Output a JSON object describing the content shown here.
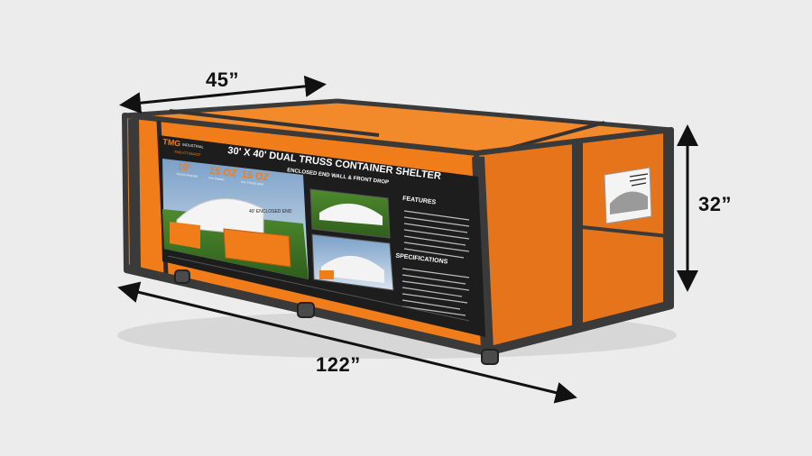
{
  "dimensions": {
    "width": "45”",
    "height": "32”",
    "length": "122”"
  },
  "box": {
    "brand": "TMG",
    "brand_sub": "INDUSTRIAL",
    "model": "TMG-DT3040CF",
    "title": "30' X 40' DUAL TRUSS CONTAINER SHELTER",
    "subtitle": "ENCLOSED END WALL & FRONT DROP",
    "badges": [
      {
        "value": "10'",
        "label": "TRUSS SPACING"
      },
      {
        "value": "15 OZ",
        "label": "PVC FABRIC"
      },
      {
        "value": "15 OZ",
        "label": "PVC TRUSS TAPE"
      }
    ],
    "features_heading": "FEATURES",
    "specs_heading": "SPECIFICATIONS",
    "photo_label": "40' ENCLOSED END"
  },
  "colors": {
    "background": "#ececec",
    "box_orange": "#f07d1a",
    "box_orange_dark": "#d9691a",
    "frame": "#3a3a3a",
    "panel": "#1d1d1d"
  }
}
